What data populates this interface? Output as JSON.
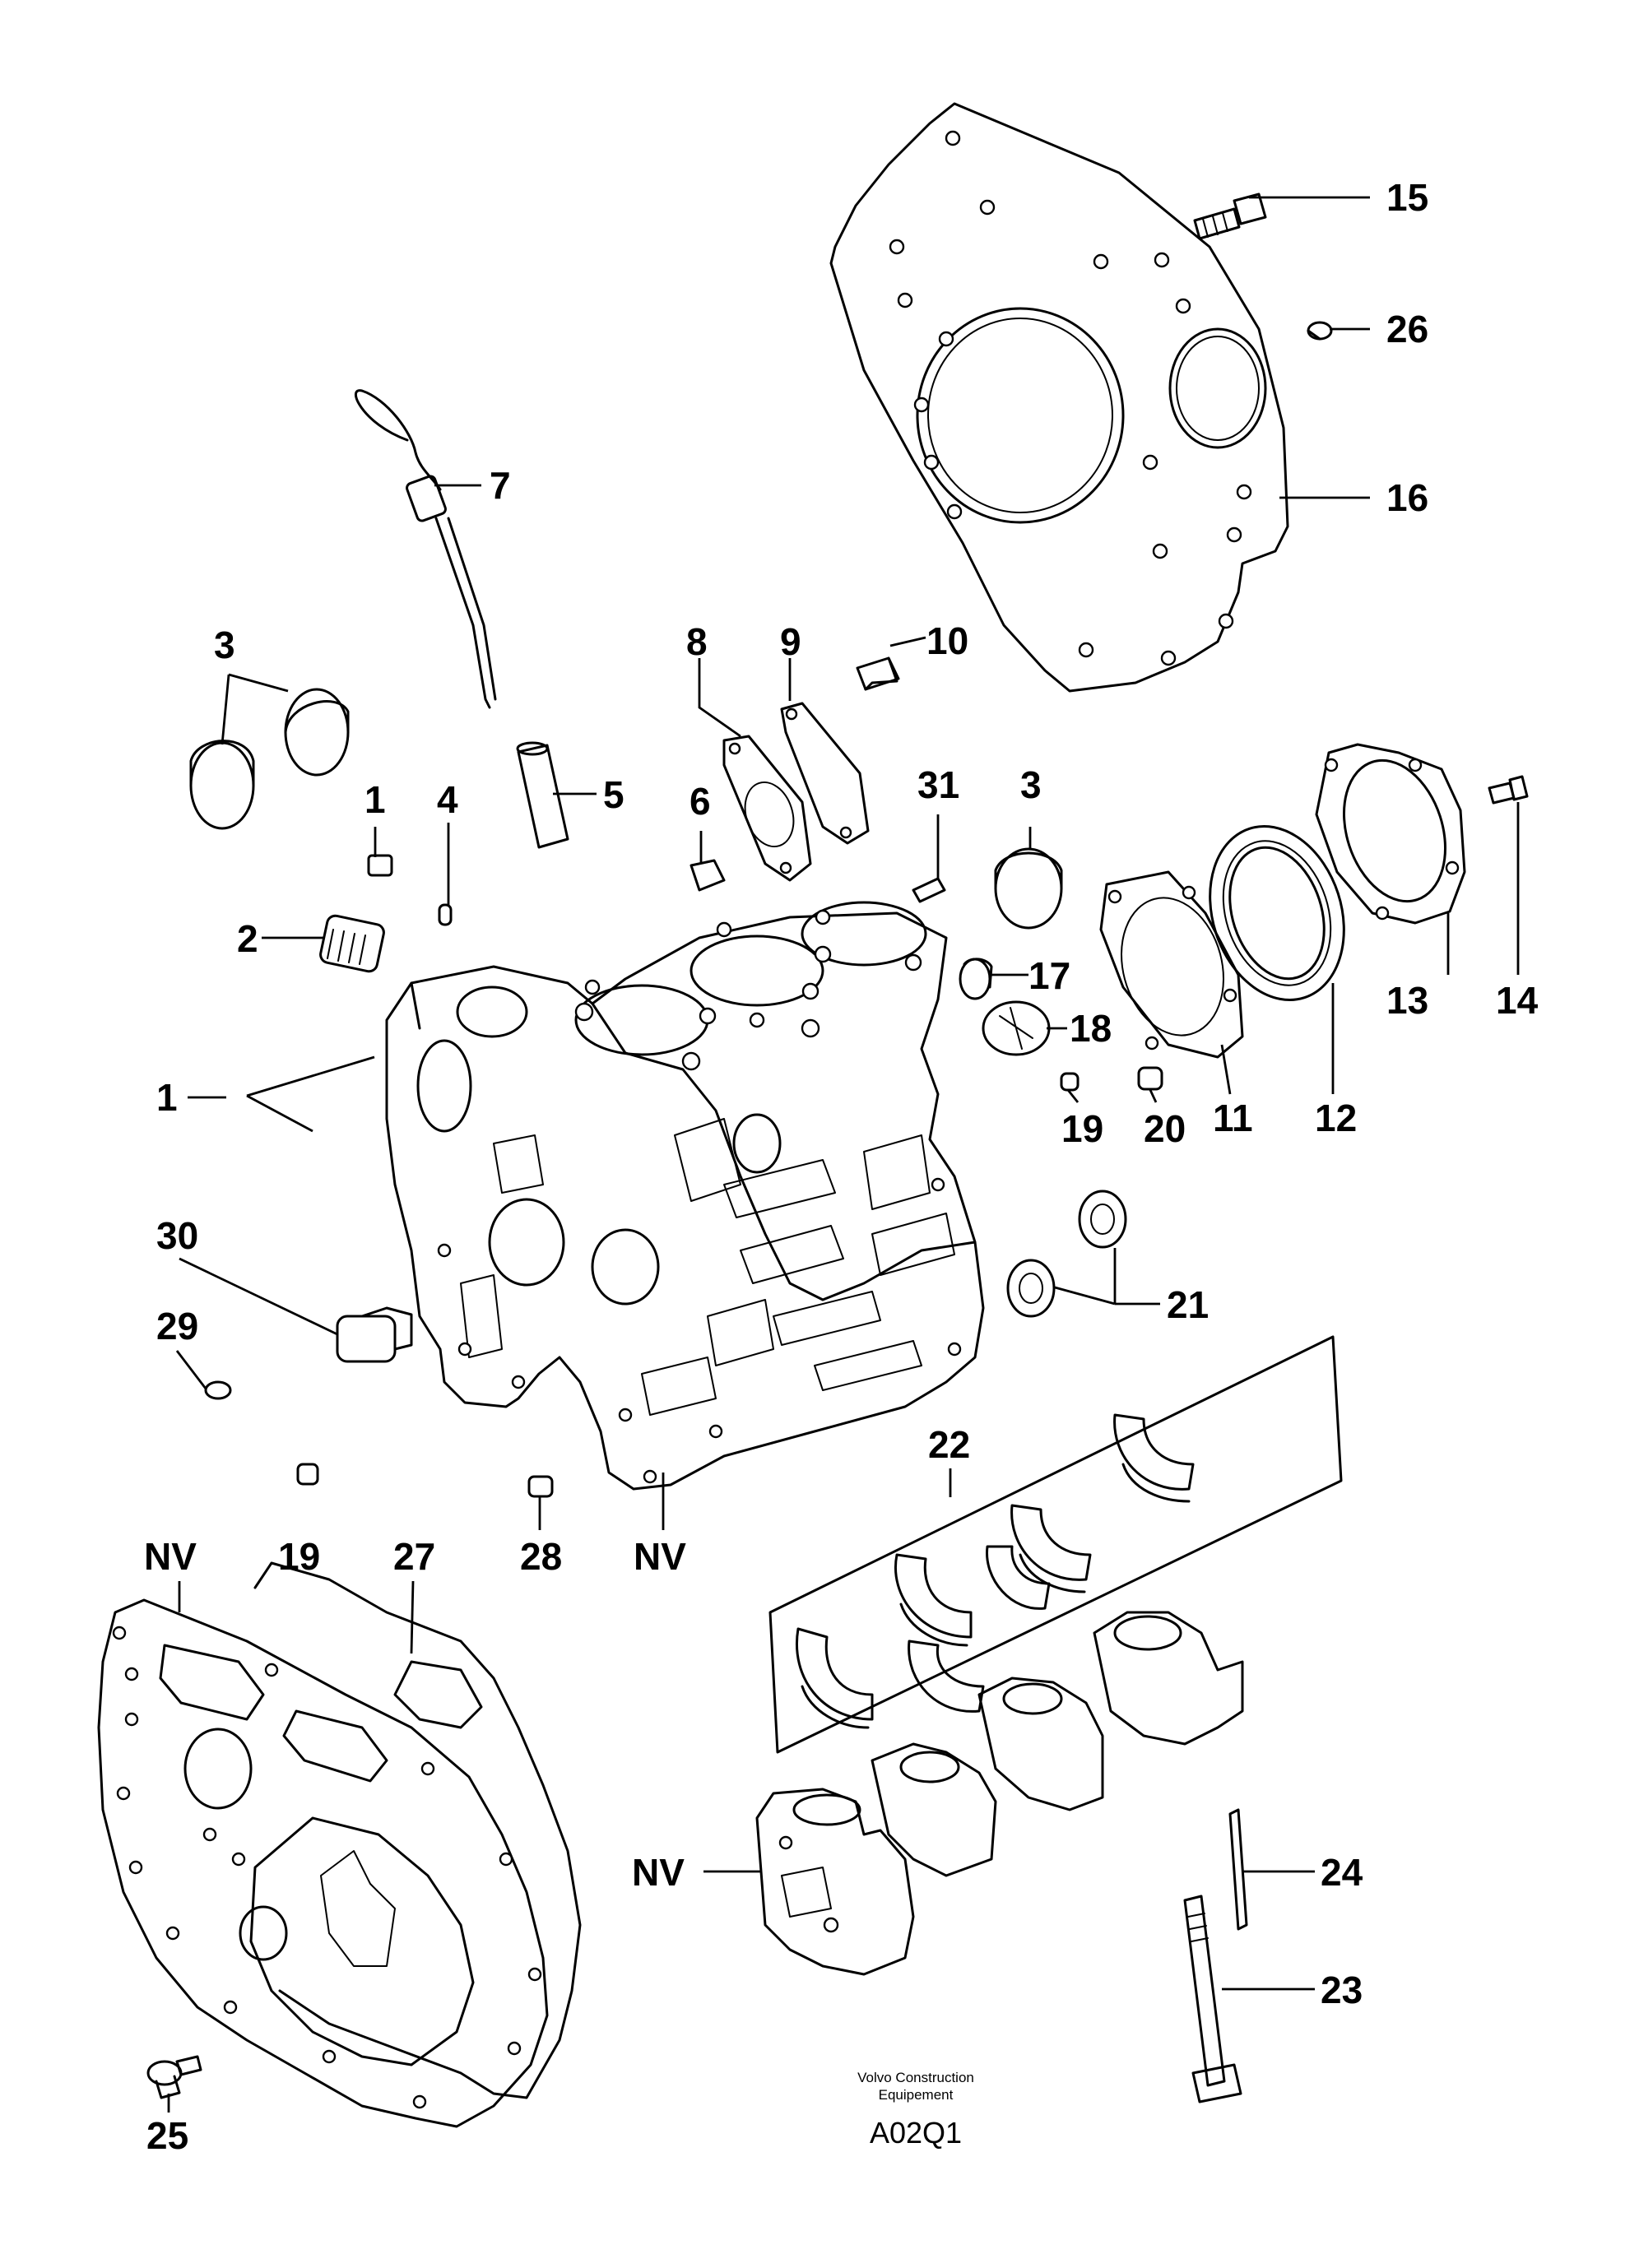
{
  "diagram": {
    "credit_line1": "Volvo Construction",
    "credit_line2": "Equipement",
    "figure_code": "A02Q1"
  },
  "callouts": [
    {
      "id": "c15",
      "text": "15"
    },
    {
      "id": "c26",
      "text": "26"
    },
    {
      "id": "c16",
      "text": "16"
    },
    {
      "id": "c7",
      "text": "7"
    },
    {
      "id": "c3a",
      "text": "3"
    },
    {
      "id": "c8",
      "text": "8"
    },
    {
      "id": "c9",
      "text": "9"
    },
    {
      "id": "c10",
      "text": "10"
    },
    {
      "id": "c1a",
      "text": "1"
    },
    {
      "id": "c4",
      "text": "4"
    },
    {
      "id": "c5",
      "text": "5"
    },
    {
      "id": "c6",
      "text": "6"
    },
    {
      "id": "c31",
      "text": "31"
    },
    {
      "id": "c3b",
      "text": "3"
    },
    {
      "id": "c2",
      "text": "2"
    },
    {
      "id": "c17",
      "text": "17"
    },
    {
      "id": "c18",
      "text": "18"
    },
    {
      "id": "c1b",
      "text": "1"
    },
    {
      "id": "c11",
      "text": "11"
    },
    {
      "id": "c12",
      "text": "12"
    },
    {
      "id": "c13",
      "text": "13"
    },
    {
      "id": "c14",
      "text": "14"
    },
    {
      "id": "c19a",
      "text": "19"
    },
    {
      "id": "c20",
      "text": "20"
    },
    {
      "id": "c30",
      "text": "30"
    },
    {
      "id": "c21",
      "text": "21"
    },
    {
      "id": "c29",
      "text": "29"
    },
    {
      "id": "c22",
      "text": "22"
    },
    {
      "id": "cNVa",
      "text": "NV"
    },
    {
      "id": "c19b",
      "text": "19"
    },
    {
      "id": "c27",
      "text": "27"
    },
    {
      "id": "c28",
      "text": "28"
    },
    {
      "id": "cNVb",
      "text": "NV"
    },
    {
      "id": "cNVc",
      "text": "NV"
    },
    {
      "id": "c24",
      "text": "24"
    },
    {
      "id": "c23",
      "text": "23"
    },
    {
      "id": "c25",
      "text": "25"
    }
  ]
}
